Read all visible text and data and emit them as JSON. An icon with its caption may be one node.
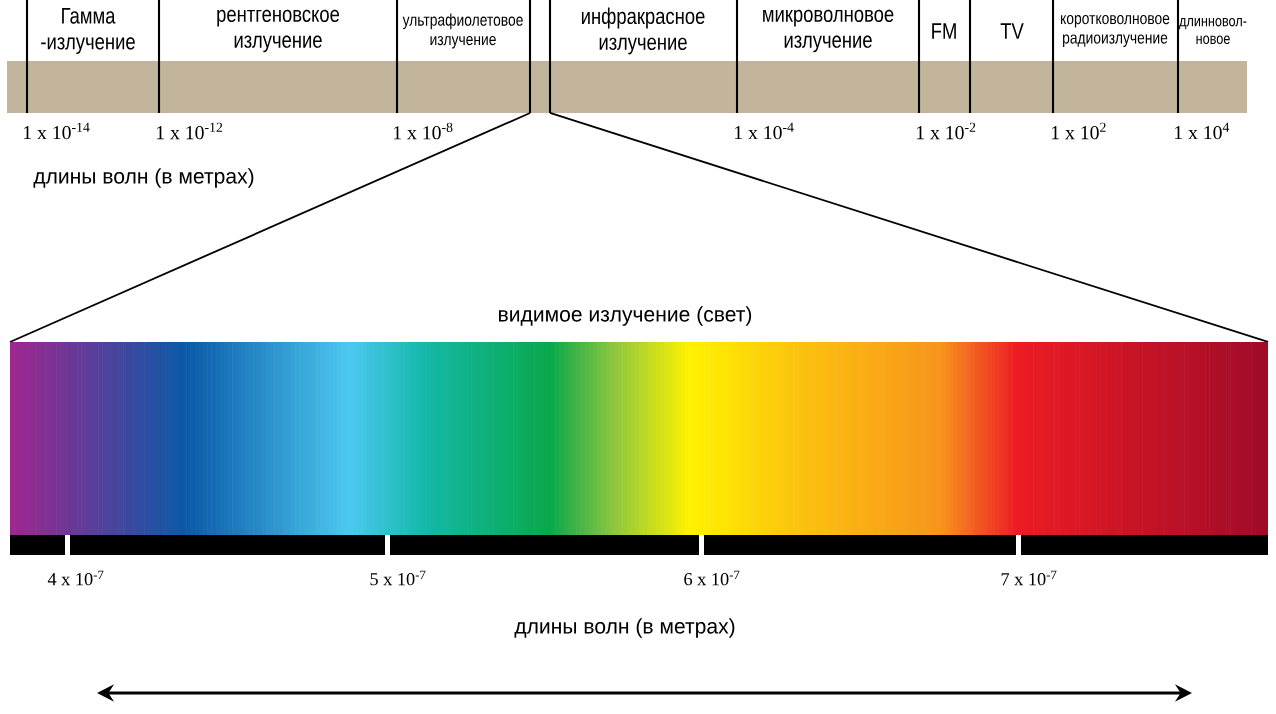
{
  "diagram": {
    "labels": [
      "Гамма -излучение",
      "рентгеновское излучение",
      "ультрафиолетовое излучение",
      "инфракрасное излучение",
      "микроволновое излучение",
      "FM",
      "TV",
      "коротковолновое радиоизлучение",
      "длинновол- новое",
      "1 x 10$^{-14}$",
      "1 x 10$^{-12}$",
      "1 x 10$^{-8}$",
      "1 x 10$^{-4}$",
      "1 x 10$^{-2}$",
      "1 x 10$^{2}$",
      "1 x 10$^{4}$",
      "длины волн (в метрах)",
      "видимое излучение (свет)",
      "4 x 10$^{-7}$",
      "5 x 10$^{-7}$",
      "6 x 10$^{-7}$",
      "7 x 10$^{-7}$",
      "длины волн (в метрах)"
    ]
  }
}
